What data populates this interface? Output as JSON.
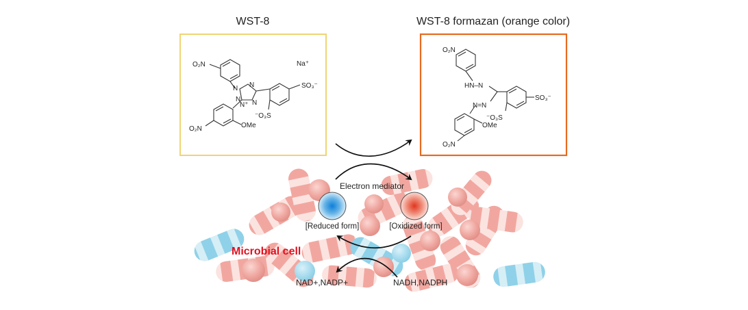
{
  "left_panel": {
    "title": "WST-8",
    "frame_color": "#f0d472",
    "labels": {
      "o2n_top": "O₂N",
      "n_upper": "N",
      "n_mid": "N",
      "n_plus": "N⁺",
      "n_right": "N",
      "n_ring": "N",
      "na": "Na⁺",
      "so3_right": "SO₃⁻",
      "so3_mid": "⁻O₃S",
      "o2n_bottom": "O₂N",
      "ome": "OMe"
    }
  },
  "right_panel": {
    "title": "WST-8 formazan (orange color)",
    "frame_color": "#e66a1f",
    "labels": {
      "o2n_top": "O₂N",
      "hn_n": "HN–N",
      "n_n": "N=N",
      "so3_right": "SO₃⁻",
      "so3_mid": "⁻O₃S",
      "ome": "OMe",
      "o2n_bottom": "O₂N"
    }
  },
  "mediator": {
    "label": "Electron mediator",
    "reduced_label": "[Reduced form]",
    "oxidized_label": "[Oxidized form]",
    "reduced_color": "#2c8fd6",
    "oxidized_color": "#e0432a"
  },
  "cell": {
    "label": "Microbial cell",
    "label_color": "#e3101f",
    "pink_color": "#f2a7a1",
    "blue_color": "#8fd1e8"
  },
  "cofactors": {
    "oxidized": "NAD+,NADP+",
    "reduced": "NADH,NADPH"
  },
  "icons": {
    "arrows": "curved-exchange-arrow-icon"
  }
}
